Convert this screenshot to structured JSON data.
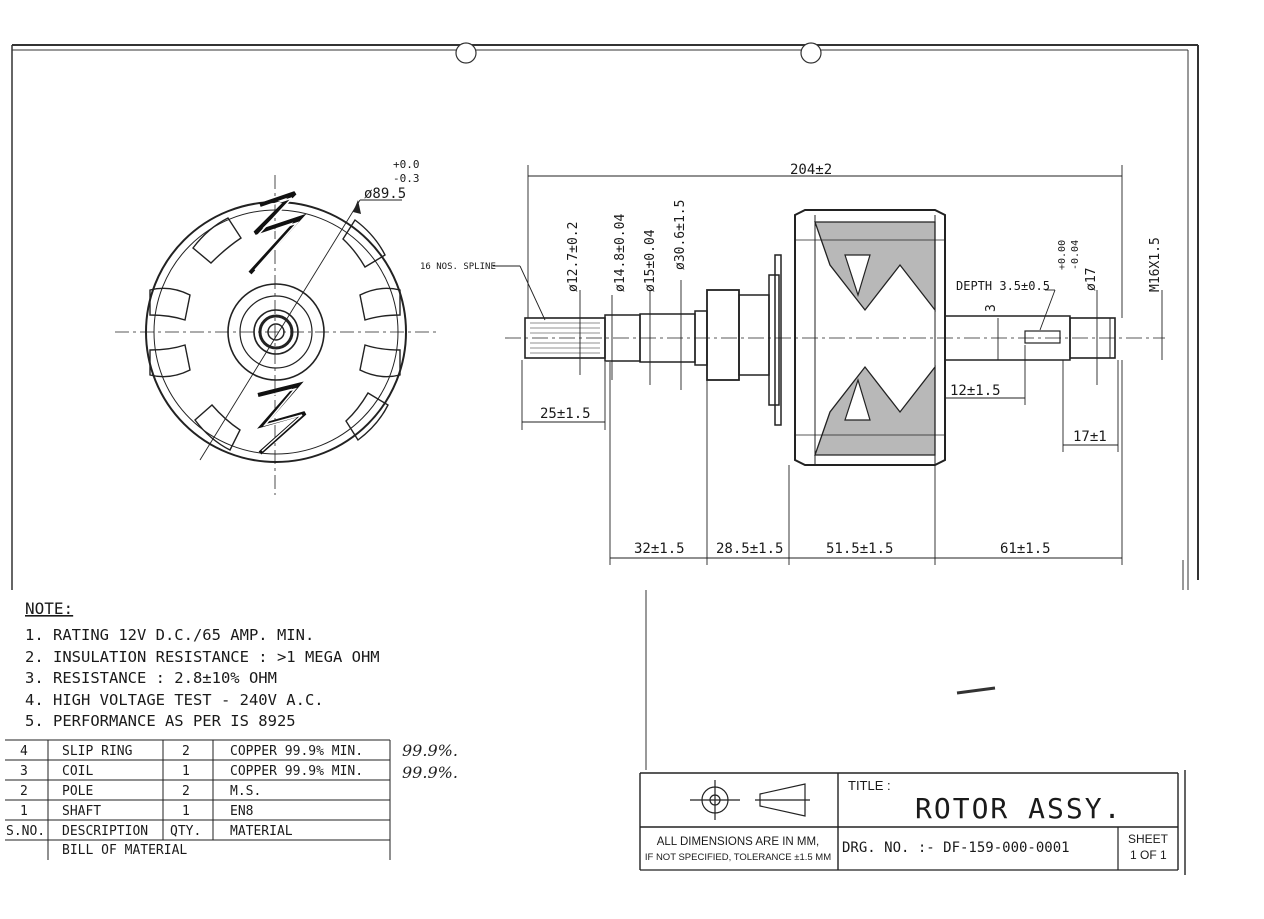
{
  "dimensions": {
    "overall_length": "204±2",
    "outer_diameter": "ø89.5",
    "outer_tol_upper": "+0.0",
    "outer_tol_lower": "-0.3",
    "spline_label": "16 NOS. SPLINE",
    "dia_12_7": "ø12.7±0.2",
    "dia_14_8": "ø14.8±0.04",
    "dia_15": "ø15±0.04",
    "dia_30_6": "ø30.6±1.5",
    "depth": "DEPTH 3.5±0.5",
    "keyway_width": "3",
    "dia_17": "ø17",
    "dia_17_tol_upper": "+0.00",
    "dia_17_tol_lower": "-0.04",
    "thread": "M16X1.5",
    "len_25": "25±1.5",
    "len_12": "12±1.5",
    "len_17": "17±1",
    "len_32": "32±1.5",
    "len_28_5": "28.5±1.5",
    "len_51_5": "51.5±1.5",
    "len_61": "61±1.5"
  },
  "notes": {
    "heading": "NOTE:",
    "items": [
      "1. RATING 12V D.C./65 AMP. MIN.",
      "2. INSULATION RESISTANCE : >1 MEGA OHM",
      "3. RESISTANCE : 2.8±10% OHM",
      "4. HIGH VOLTAGE TEST - 240V A.C.",
      "5. PERFORMANCE AS PER IS 8925"
    ]
  },
  "bom": {
    "rows": [
      {
        "sno": "4",
        "description": "SLIP RING",
        "qty": "2",
        "material": "COPPER 99.9% MIN.",
        "note": "99.9%."
      },
      {
        "sno": "3",
        "description": "COIL",
        "qty": "1",
        "material": "COPPER 99.9% MIN.",
        "note": "99.9%."
      },
      {
        "sno": "2",
        "description": "POLE",
        "qty": "2",
        "material": "M.S.",
        "note": ""
      },
      {
        "sno": "1",
        "description": "SHAFT",
        "qty": "1",
        "material": "EN8",
        "note": ""
      }
    ],
    "header": {
      "sno": "S.NO.",
      "description": "DESCRIPTION",
      "qty": "QTY.",
      "material": "MATERIAL"
    },
    "caption": "BILL OF MATERIAL"
  },
  "title_block": {
    "title_label": "TITLE :",
    "title": "ROTOR ASSY.",
    "dims_note_1": "ALL DIMENSIONS ARE IN MM,",
    "dims_note_2": "IF NOT SPECIFIED, TOLERANCE ±1.5 MM",
    "drg_no": "DRG. NO. :- DF-159-000-0001",
    "sheet_label": "SHEET",
    "sheet_value": "1 OF 1"
  }
}
